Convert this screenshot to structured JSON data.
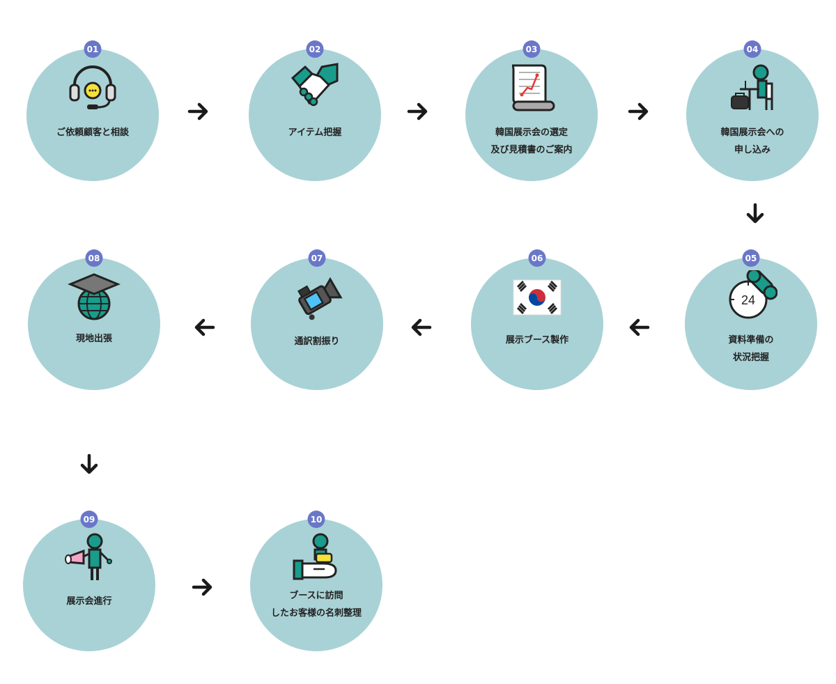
{
  "steps": [
    {
      "num": "01",
      "lines": [
        "ご依頼顧客と相談"
      ],
      "icon": "headset-icon"
    },
    {
      "num": "02",
      "lines": [
        "アイテム把握"
      ],
      "icon": "handshake-icon"
    },
    {
      "num": "03",
      "lines": [
        "韓国展示会の選定",
        "及び見積書のご案内"
      ],
      "icon": "scroll-chart-icon"
    },
    {
      "num": "04",
      "lines": [
        "韓国展示会への",
        "申し込み"
      ],
      "icon": "person-at-desk-icon"
    },
    {
      "num": "05",
      "lines": [
        "資料準備の",
        "状況把握"
      ],
      "icon": "clock-24-icon"
    },
    {
      "num": "06",
      "lines": [
        "展示ブース製作"
      ],
      "icon": "korea-flag-icon"
    },
    {
      "num": "07",
      "lines": [
        "通訳割振り"
      ],
      "icon": "video-camera-icon"
    },
    {
      "num": "08",
      "lines": [
        "現地出張"
      ],
      "icon": "graduation-globe-icon"
    },
    {
      "num": "09",
      "lines": [
        "展示会進行"
      ],
      "icon": "person-megaphone-icon"
    },
    {
      "num": "10",
      "lines": [
        "ブースに訪問",
        "したお客様の名刺整理"
      ],
      "icon": "hand-receiving-card-icon"
    }
  ],
  "colors": {
    "circle": "#a9d2d6",
    "badge": "#6a77c8",
    "accent": "#1a9c8c",
    "arrow": "#1a1a1a"
  }
}
